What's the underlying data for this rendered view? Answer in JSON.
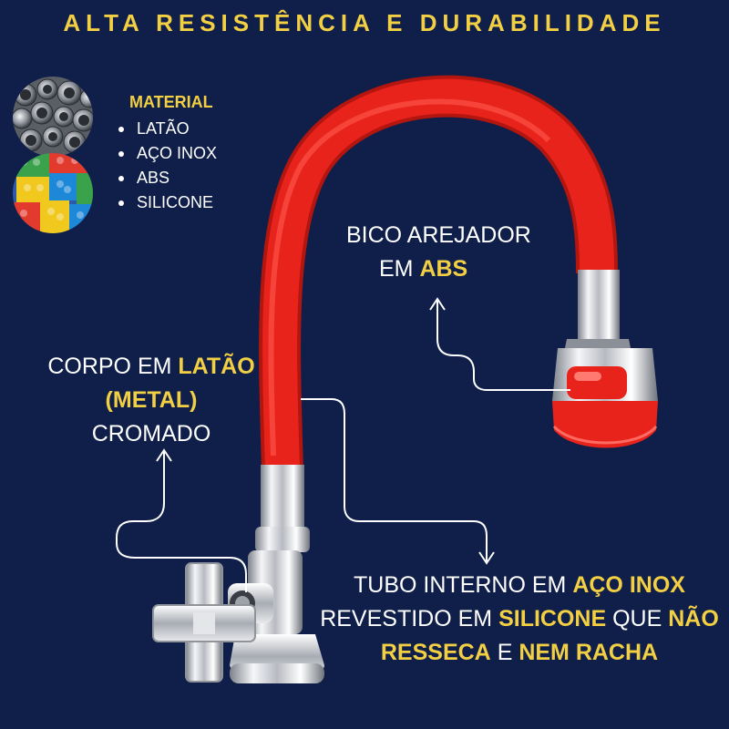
{
  "headline": "ALTA RESISTÊNCIA E DURABILIDADE",
  "materials": {
    "title": "MATERIAL",
    "items": [
      "LATÃO",
      "AÇO INOX",
      "ABS",
      "SILICONE"
    ]
  },
  "bico": {
    "line1": "BICO AREJADOR",
    "line2_prefix": "EM ",
    "line2_hl": "ABS"
  },
  "corpo": {
    "line1_prefix": "CORPO EM ",
    "line1_hl": "LATÃO",
    "line2_hl": "(METAL)",
    "line3": "CROMADO"
  },
  "tubo": {
    "l1_prefix": "TUBO INTERNO EM ",
    "l1_hl": "AÇO INOX",
    "l2_prefix": "REVESTIDO EM ",
    "l2_hl1": "SILICONE",
    "l2_mid": " QUE ",
    "l2_hl2": "NÃO",
    "l3_hl1": "RESSECA",
    "l3_mid": " E ",
    "l3_hl2": "NEM RACHA"
  },
  "colors": {
    "background": "#0f1f4a",
    "highlight": "#f2cf43",
    "hose": "#e8231c",
    "chrome": "#c9ccd3"
  }
}
